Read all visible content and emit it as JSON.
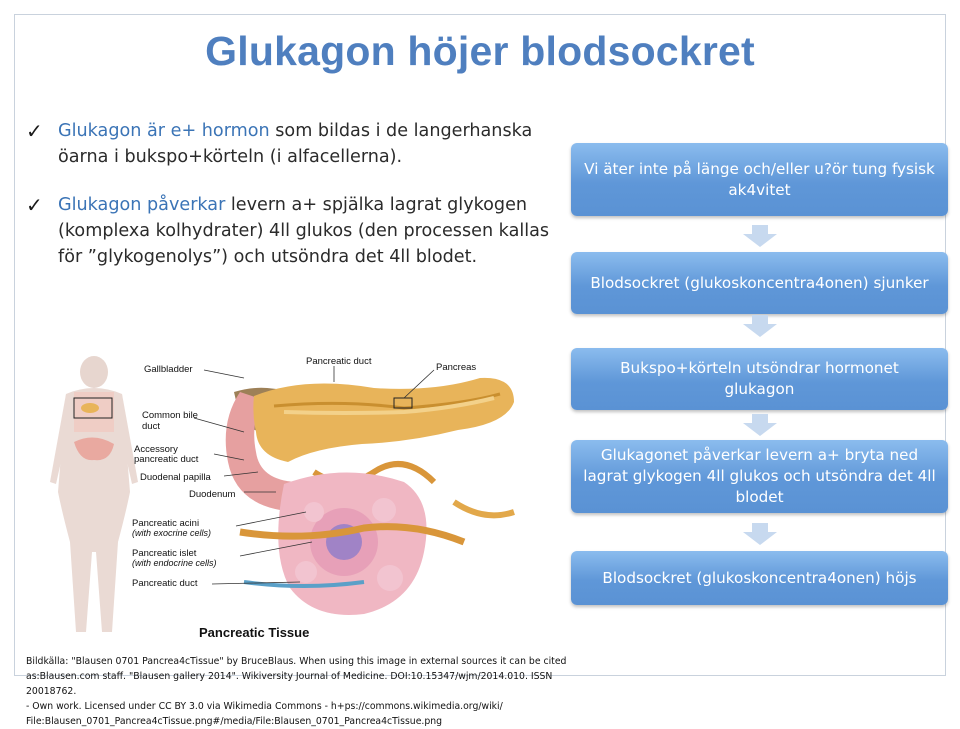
{
  "slide": {
    "title": "Glukagon höjer blodsockret",
    "bullets": [
      {
        "highlight": "Glukagon är e+ hormon",
        "text": " som bildas i de langerhanska öarna i bukspo+körteln (i alfacellerna)."
      },
      {
        "highlight": "Glukagon påverkar",
        "text": " levern a+ spjälka lagrat glykogen (komplexa kolhydrater) 4ll glukos (den processen kallas för ”glykogenolys”) och utsöndra det 4ll blodet."
      }
    ],
    "flow": [
      "Vi äter inte på länge och/eller u?ör tung fysisk ak4vitet",
      "Blodsockret (glukoskoncentra4onen) sjunker",
      "Bukspo+körteln utsöndrar hormonet glukagon",
      "Glukagonet påverkar levern a+ bryta ned lagrat glykogen 4ll glukos och utsöndra det 4ll blodet",
      "Blodsockret (glukoskoncentra4onen) höjs"
    ],
    "image_labels": {
      "gallbladder": "Gallbladder",
      "pancreatic_duct_top": "Pancreatic duct",
      "pancreas": "Pancreas",
      "common_bile_1": "Common bile",
      "common_bile_2": "duct",
      "accessory_1": "Accessory",
      "accessory_2": "pancreatic duct",
      "duodenal_papilla": "Duodenal papilla",
      "duodenum": "Duodenum",
      "acini_1": "Pancreatic acini",
      "acini_2": "(with exocrine cells)",
      "islet_1": "Pancreatic islet",
      "islet_2": "(with endocrine cells)",
      "duct_bottom": "Pancreatic duct",
      "figure_title": "Pancreatic Tissue"
    },
    "caption": [
      "Bildkälla: \"Blausen 0701 Pancrea4cTissue\" by BruceBlaus. When using this image in external sources it can be cited",
      "as:Blausen.com staff. \"Blausen gallery 2014\". Wikiversity Journal of Medicine. DOI:10.15347/wjm/2014.010. ISSN 20018762.",
      "- Own work. Licensed under CC BY 3.0 via Wikimedia Commons - h+ps://commons.wikimedia.org/wiki/",
      "File:Blausen_0701_Pancrea4cTissue.png#/media/File:Blausen_0701_Pancrea4cTissue.png"
    ],
    "colors": {
      "title": "#4f7fbf",
      "highlight": "#3b74b6",
      "box": "#5f97d8",
      "pancreas": "#e8b45a",
      "duodenum": "#e6a0a0"
    }
  }
}
